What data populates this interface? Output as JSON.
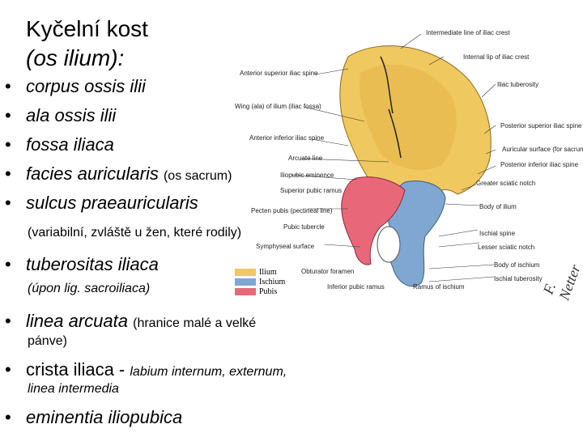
{
  "title": {
    "main": "Kyčelní kost",
    "sub": "(os ilium):"
  },
  "bullets": {
    "b1": "corpus ossis ilii",
    "b2": "ala ossis ilii",
    "b3": "fossa iliaca",
    "b4_main": "facies auricularis",
    "b4_note": "(os sacrum)",
    "b5": "sulcus praeauricularis",
    "b5_note": "(variabilní, zvláště u žen, které rodily)",
    "b6": "tuberositas iliaca",
    "b6_note": "(úpon lig. sacroiliaca)",
    "b7_main": "linea arcuata",
    "b7_note": "(hranice malé a velké",
    "b7_note2": "pánve)",
    "b8_main": "crista iliaca - ",
    "b8_italic": "labium internum, externum,",
    "b8_note2": "linea intermedia",
    "b9": "eminentia iliopubica"
  },
  "figure": {
    "labels": {
      "l1": "Intermediate line of iliac crest",
      "l2": "Internal lip of iliac crest",
      "l3": "Anterior superior iliac spine",
      "l4": "Iliac tuberosity",
      "l5": "Wing (ala) of ilium (iliac fossa)",
      "l6": "Posterior superior iliac spine",
      "l7": "Anterior inferior iliac spine",
      "l8": "Auricular surface (for sacrum)",
      "l9": "Arcuate line",
      "l10": "Posterior inferior iliac spine",
      "l11": "Iliopubic eminence",
      "l12": "Greater sciatic notch",
      "l13": "Superior pubic ramus",
      "l14": "Body of ilium",
      "l15": "Pecten pubis (pectineal line)",
      "l16": "Pubic tubercle",
      "l17": "Ischial spine",
      "l18": "Symphyseal surface",
      "l19": "Lesser sciatic notch",
      "l20": "Obturator foramen",
      "l21": "Body of ischium",
      "l22": "Inferior pubic ramus",
      "l23": "Ramus of ischium",
      "l24": "Ischial tuberosity"
    },
    "legend": {
      "ilium": "Ilium",
      "ischium": "Ischium",
      "pubis": "Pubis"
    },
    "signature": "F. Netter",
    "colors": {
      "ilium": "#f0c860",
      "ischium": "#7fa7d2",
      "pubis": "#e8687a"
    }
  }
}
